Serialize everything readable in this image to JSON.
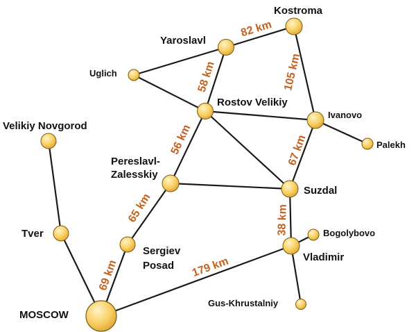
{
  "colors": {
    "node_fill": "#f9d062",
    "node_highlight": "#fff3c8",
    "node_stroke": "#7a5a12",
    "route": "#1a1a1a",
    "distance": "#c4621f",
    "city_text": "#111111"
  },
  "cities": {
    "kostroma": "Kostroma",
    "yaroslavl": "Yaroslavl",
    "uglich": "Uglich",
    "rostov": "Rostov Velikiy",
    "ivanovo": "Ivanovo",
    "palekh": "Palekh",
    "velikiy_novgorod": "Velikiy Novgorod",
    "pereslavl_1": "Pereslavl-",
    "pereslavl_2": "Zalesskiy",
    "suzdal": "Suzdal",
    "bogolybovo": "Bogolybovo",
    "tver": "Tver",
    "sergiev_1": "Sergiev",
    "sergiev_2": "Posad",
    "vladimir": "Vladimir",
    "gus": "Gus-Khrustalniy",
    "moscow": "MOSCOW"
  },
  "distances": {
    "yaroslavl_kostroma": "82 km",
    "kostroma_ivanovo": "105 km",
    "yaroslavl_rostov": "58 km",
    "rostov_pereslavl": "56 km",
    "ivanovo_suzdal": "67 km",
    "pereslavl_sergiev": "65 km",
    "suzdal_vladimir": "38 km",
    "moscow_sergiev": "69 km",
    "moscow_vladimir": "179 km"
  }
}
